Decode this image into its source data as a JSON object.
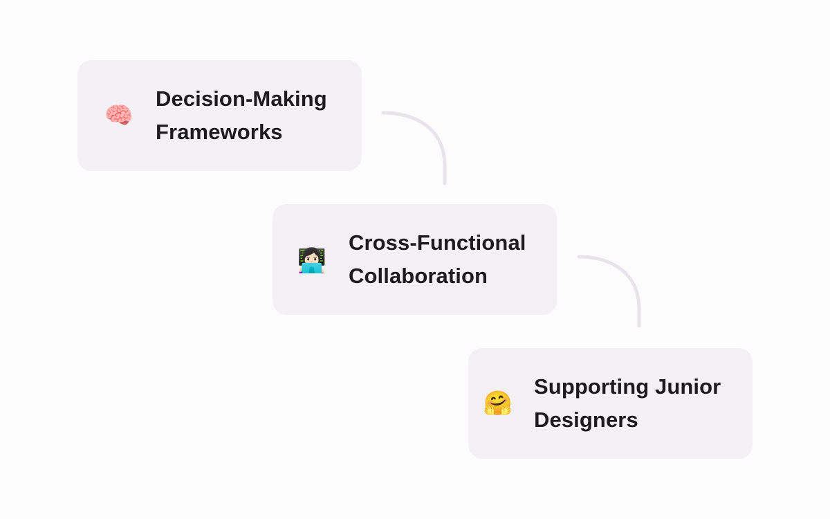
{
  "diagram": {
    "type": "stepped-flow",
    "colors": {
      "background": "#fdfcfd",
      "card_fill": "#f3f1f4",
      "text": "#1c1b1f",
      "connector": "#e7e5e9"
    },
    "nodes": [
      {
        "id": "decision-making-frameworks",
        "icon": "brain-icon",
        "emoji": "🧠",
        "line1": "Decision-Making",
        "line2": "Frameworks"
      },
      {
        "id": "cross-functional-collaboration",
        "icon": "woman-technologist-icon",
        "emoji": "👩🏻‍💻",
        "line1": "Cross-Functional",
        "line2": "Collaboration"
      },
      {
        "id": "supporting-junior-designers",
        "icon": "hugging-face-icon",
        "emoji": "🤗",
        "line1": "Supporting Junior",
        "line2": "Designers"
      }
    ],
    "edges": [
      {
        "from": "decision-making-frameworks",
        "to": "cross-functional-collaboration"
      },
      {
        "from": "cross-functional-collaboration",
        "to": "supporting-junior-designers"
      }
    ]
  }
}
